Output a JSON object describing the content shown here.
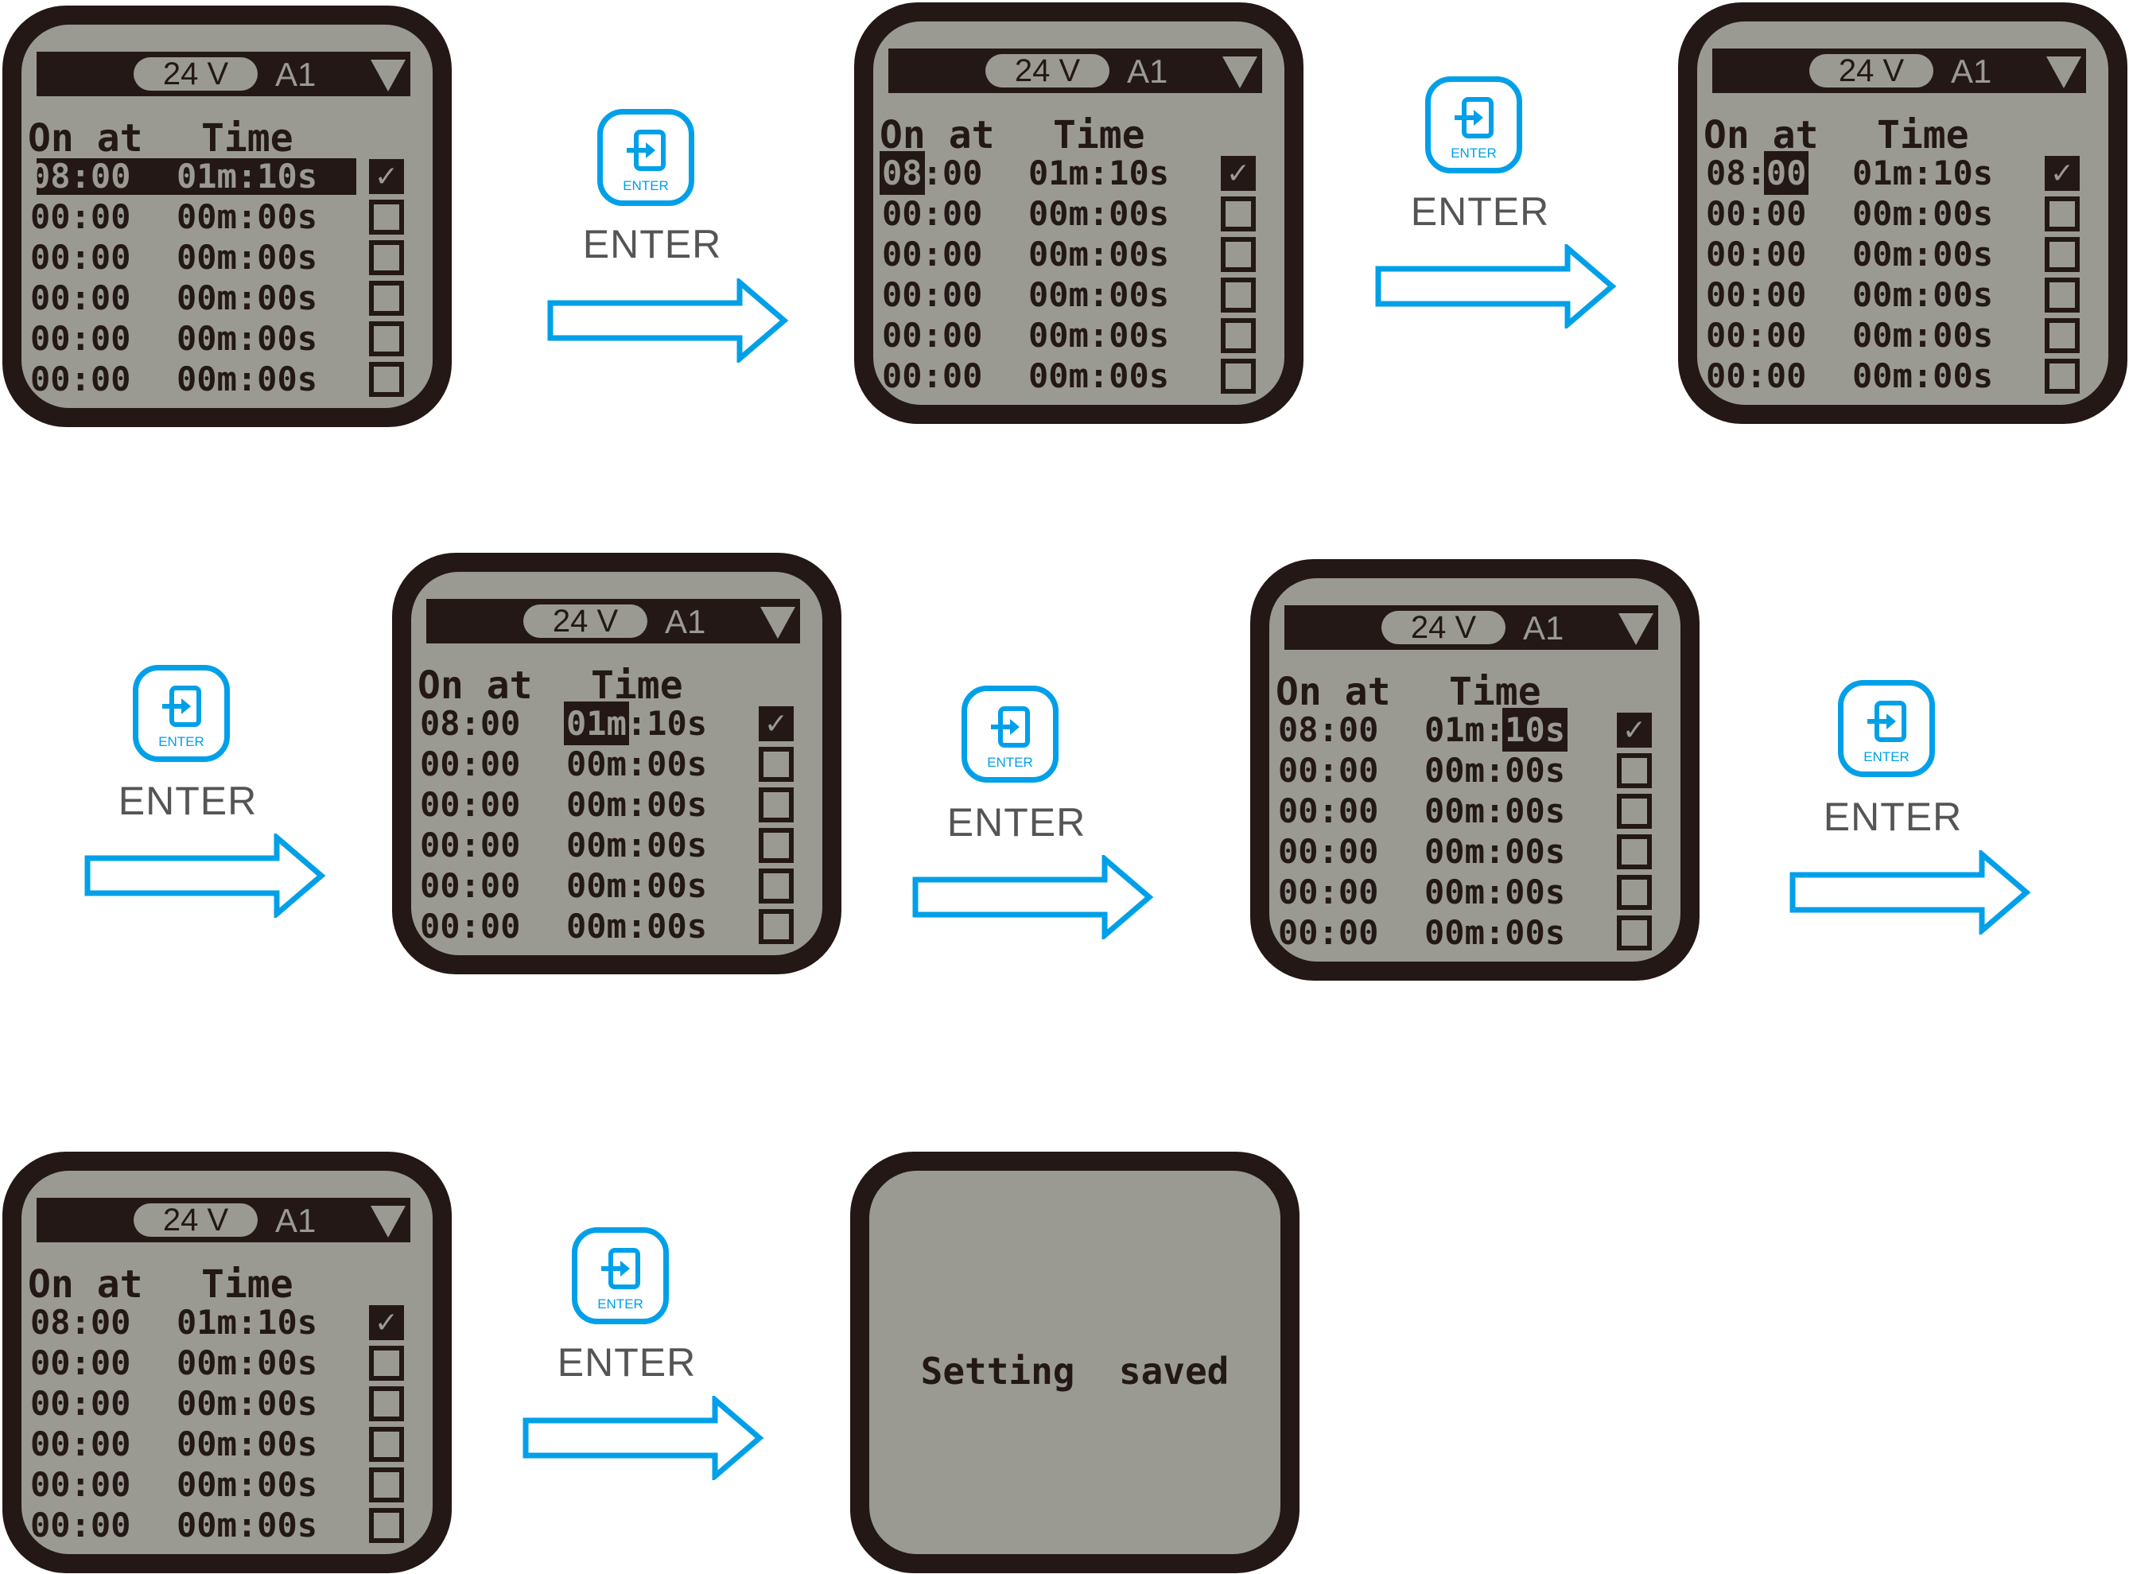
{
  "lcd": {
    "voltage": "24 V",
    "channel": "A1",
    "heading_on": "On at",
    "heading_time": "Time",
    "rows": [
      {
        "on": [
          "08",
          ":",
          "00"
        ],
        "time": [
          "01m",
          ":",
          "10s"
        ],
        "checked": true
      },
      {
        "on": [
          "00",
          ":",
          "00"
        ],
        "time": [
          "00m",
          ":",
          "00s"
        ],
        "checked": false
      },
      {
        "on": [
          "00",
          ":",
          "00"
        ],
        "time": [
          "00m",
          ":",
          "00s"
        ],
        "checked": false
      },
      {
        "on": [
          "00",
          ":",
          "00"
        ],
        "time": [
          "00m",
          ":",
          "00s"
        ],
        "checked": false
      },
      {
        "on": [
          "00",
          ":",
          "00"
        ],
        "time": [
          "00m",
          ":",
          "00s"
        ],
        "checked": false
      },
      {
        "on": [
          "00",
          ":",
          "00"
        ],
        "time": [
          "00m",
          ":",
          "00s"
        ],
        "checked": false
      }
    ],
    "check_mark": "✓",
    "saved_message": "Setting  saved"
  },
  "screens": [
    {
      "highlight": "row"
    },
    {
      "highlight": "hour"
    },
    {
      "highlight": "minute"
    },
    {
      "highlight": "duration-minutes"
    },
    {
      "highlight": "duration-seconds"
    },
    {
      "highlight": "none"
    },
    {
      "highlight": "saved"
    }
  ],
  "enter": {
    "button_text": "ENTER",
    "label": "ENTER",
    "accent_color": "#00a0e9"
  }
}
